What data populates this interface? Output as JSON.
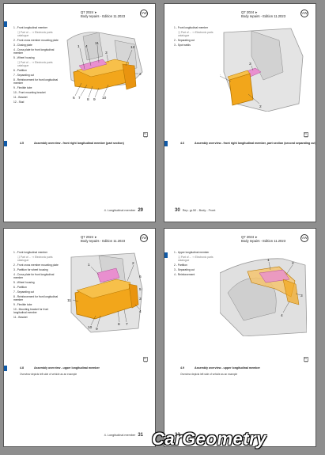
{
  "pages": [
    {
      "header": [
        "Q7 2024 ➤",
        "Body repairs - Edition 11.2023"
      ],
      "legend": [
        {
          "t": "1 - Front longitudinal member",
          "s": ""
        },
        {
          "t": "",
          "s": "❑ Part of ... ⇒ Electronic parts catalogue"
        },
        {
          "t": "2 - Front cross member mounting plate",
          "s": ""
        },
        {
          "t": "3 - Closing plate",
          "s": ""
        },
        {
          "t": "4 - Cross plate for front longitudinal member",
          "s": ""
        },
        {
          "t": "5 - Wheel housing",
          "s": ""
        },
        {
          "t": "",
          "s": "❑ Part of ... ⇒ Electronic parts catalogue"
        },
        {
          "t": "6 - Partition",
          "s": ""
        },
        {
          "t": "7 - Separating cut",
          "s": ""
        },
        {
          "t": "8 - Reinforcement for front longitudinal member",
          "s": ""
        },
        {
          "t": "9 - Flexible tube",
          "s": ""
        },
        {
          "t": "10 - Front mounting bracket",
          "s": ""
        },
        {
          "t": "11 - Bracket",
          "s": ""
        },
        {
          "t": "12 - Stud",
          "s": ""
        }
      ],
      "caption_num": "4.5",
      "caption": "Assembly overview - front right longitudinal member (part section)",
      "caption_sub": "",
      "foot": [
        "4. Longitudinal member",
        "29"
      ]
    },
    {
      "header": [
        "Q7 2024 ➤",
        "Body repairs - Edition 11.2023"
      ],
      "legend": [
        {
          "t": "1 - Front longitudinal member",
          "s": ""
        },
        {
          "t": "",
          "s": "❑ Part of ... ⇒ Electronic parts catalogue"
        },
        {
          "t": "2 - Separating cut",
          "s": ""
        },
        {
          "t": "3 - Spot welds",
          "s": ""
        }
      ],
      "caption_num": "4.6",
      "caption": "Assembly overview - front right longitudinal member, part section (second separating cut)",
      "caption_sub": "",
      "foot": [
        "30",
        "Rep. gr.50 - Body - Front"
      ]
    },
    {
      "header": [
        "Q7 2024 ➤",
        "Body repairs - Edition 11.2023"
      ],
      "legend": [
        {
          "t": "1 - Front longitudinal member",
          "s": ""
        },
        {
          "t": "",
          "s": "❑ Part of ... ⇒ Electronic parts catalogue"
        },
        {
          "t": "2 - Front cross member mounting plate",
          "s": ""
        },
        {
          "t": "3 - Partition for wheel housing",
          "s": ""
        },
        {
          "t": "4 - Cross plate for front longitudinal member",
          "s": ""
        },
        {
          "t": "5 - Wheel housing",
          "s": ""
        },
        {
          "t": "6 - Partition",
          "s": ""
        },
        {
          "t": "7 - Separating cut",
          "s": ""
        },
        {
          "t": "8 - Reinforcement for front longitudinal member",
          "s": ""
        },
        {
          "t": "9 - Flexible tube",
          "s": ""
        },
        {
          "t": "10 - Mounting bracket for front longitudinal member",
          "s": ""
        },
        {
          "t": "11 - Bracket",
          "s": ""
        }
      ],
      "caption_num": "4.8",
      "caption": "Assembly overview - upper longitudinal member",
      "caption_sub": "Overview depicts left side of vehicle as an example",
      "foot": [
        "4. Longitudinal member",
        "31"
      ]
    },
    {
      "header": [
        "Q7 2024 ➤",
        "Body repairs - Edition 11.2023"
      ],
      "legend": [
        {
          "t": "1 - Upper longitudinal member",
          "s": ""
        },
        {
          "t": "",
          "s": "❑ Part of ... ⇒ Electronic parts catalogue"
        },
        {
          "t": "2 - Partition",
          "s": ""
        },
        {
          "t": "3 - Separating cut",
          "s": ""
        },
        {
          "t": "4 - Reinforcement",
          "s": ""
        }
      ],
      "caption_num": "4.9",
      "caption": "Assembly overview - upper longitudinal member",
      "caption_sub": "Overview depicts left side of vehicle as an example",
      "foot": [
        "32",
        "Rep. gr.50 - Body - Front"
      ]
    }
  ],
  "figures": [
    {
      "labels": [
        "1",
        "4",
        "11",
        "12",
        "3",
        "2",
        "6",
        "7",
        "8",
        "9",
        "10"
      ]
    },
    {
      "labels": [
        "3",
        "1",
        "2"
      ]
    },
    {
      "labels": [
        "1",
        "11",
        "2",
        "10",
        "9",
        "8",
        "7",
        "4",
        "5",
        "6",
        "3"
      ]
    },
    {
      "labels": [
        "1",
        "2",
        "3",
        "4"
      ]
    }
  ],
  "figure_ids": [
    "B1-123",
    "B1-124",
    "B1-125",
    "B1-126"
  ],
  "logo": "VW",
  "brand": "CarGeometry"
}
